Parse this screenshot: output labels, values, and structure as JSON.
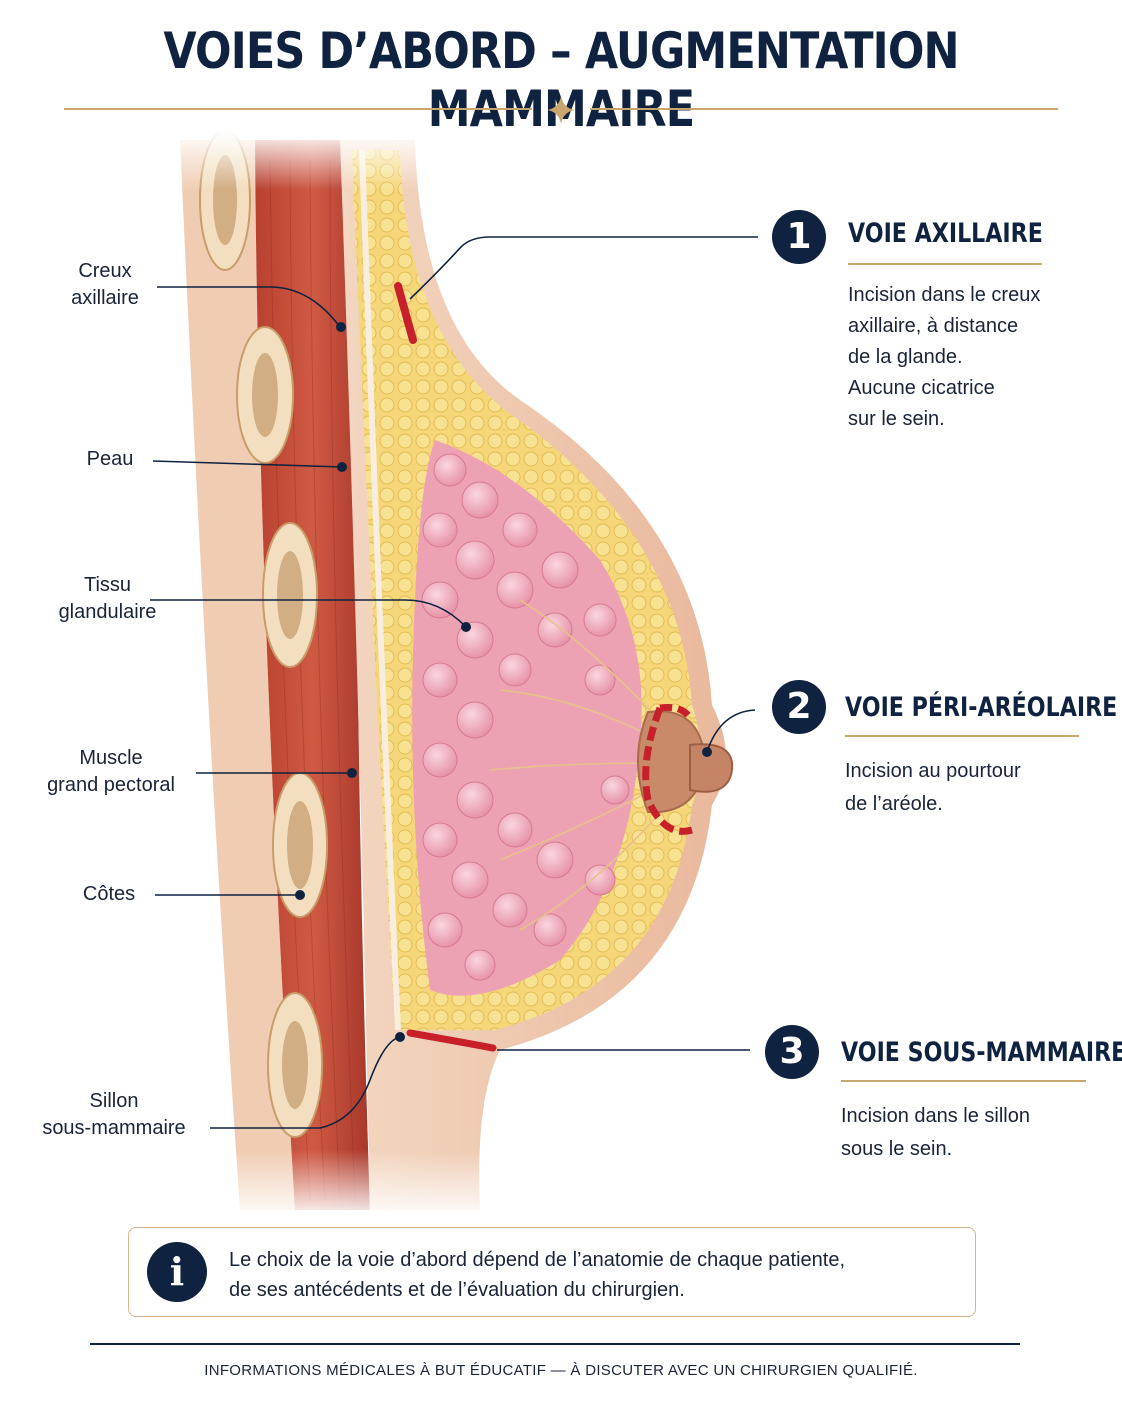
{
  "title": "VOIES D’ABORD – AUGMENTATION MAMMAIRE",
  "labels": [
    {
      "id": "creux",
      "lines": [
        "Creux",
        "axillaire"
      ]
    },
    {
      "id": "peau",
      "lines": [
        "Peau"
      ]
    },
    {
      "id": "tissu",
      "lines": [
        "Tissu",
        "glandulaire"
      ]
    },
    {
      "id": "muscle",
      "lines": [
        "Muscle",
        "grand pectoral"
      ]
    },
    {
      "id": "cotes",
      "lines": [
        "Côtes"
      ]
    },
    {
      "id": "sillon",
      "lines": [
        "Sillon",
        "sous-mammaire"
      ]
    }
  ],
  "routes": [
    {
      "number": "1",
      "title": "VOIE AXILLAIRE",
      "description": [
        "Incision dans le creux",
        "axillaire, à distance",
        "de la glande.",
        "Aucune cicatrice",
        "sur le sein."
      ]
    },
    {
      "number": "2",
      "title": "VOIE PÉRI-ARÉOLAIRE",
      "description": [
        "Incision au pourtour",
        "de l’aréole."
      ]
    },
    {
      "number": "3",
      "title": "VOIE SOUS-MAMMAIRE",
      "description": [
        "Incision dans le sillon",
        "sous le sein."
      ]
    }
  ],
  "info": {
    "icon": "i",
    "lines": [
      "Le choix de la voie d’abord dépend de l’anatomie de chaque patiente,",
      "de ses antécédents et de l’évaluation du chirurgien."
    ]
  },
  "footer": "INFORMATIONS MÉDICALES À BUT ÉDUCATIF — À DISCUTER AVEC UN CHIRURGIEN QUALIFIÉ.",
  "colors": {
    "navy": "#0f2240",
    "gold": "#c9a66b",
    "incision": "#c8202a"
  }
}
